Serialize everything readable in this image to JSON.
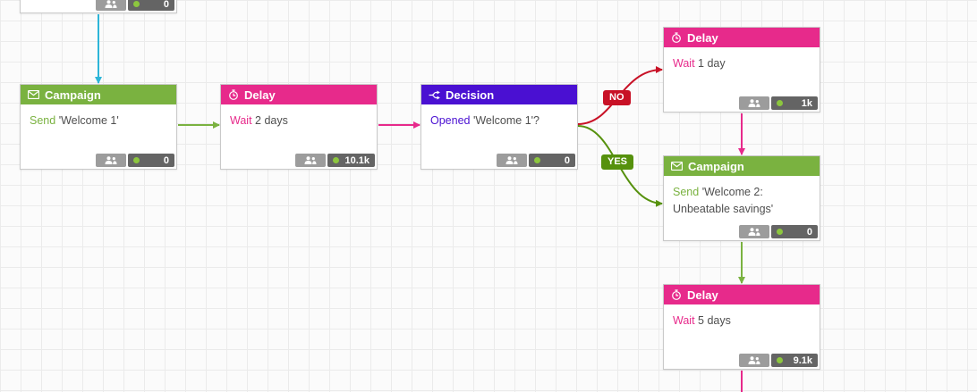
{
  "app": {
    "name": "marketing-automation-workflow-canvas"
  },
  "colors": {
    "campaign_green": "#7ab240",
    "delay_pink": "#e72a8b",
    "decision_purple": "#4a10d2",
    "no_red": "#c81126",
    "yes_green": "#56910d",
    "entry_cyan": "#2db5d8",
    "people_badge_gray": "#9c9c9c",
    "count_badge_gray": "#646464",
    "active_dot_green": "#8cc63e",
    "grid_line": "#ebebeb"
  },
  "nodes": [
    {
      "id": "node-top-cutoff",
      "type": "unknown",
      "count": "0"
    },
    {
      "id": "campaign-welcome-1",
      "type": "campaign",
      "title": "Campaign",
      "icon": "envelope-icon",
      "action": "Send",
      "text": "'Welcome 1'",
      "count": "0"
    },
    {
      "id": "delay-2-days",
      "type": "delay",
      "title": "Delay",
      "icon": "clock-icon",
      "action": "Wait",
      "text": "2 days",
      "count": "10.1k"
    },
    {
      "id": "decision-opened-welcome-1",
      "type": "decision",
      "title": "Decision",
      "icon": "branch-icon",
      "action": "Opened",
      "text": "'Welcome 1'?",
      "count": "0"
    },
    {
      "id": "delay-1-day",
      "type": "delay",
      "title": "Delay",
      "icon": "clock-icon",
      "action": "Wait",
      "text": "1 day",
      "count": "1k"
    },
    {
      "id": "campaign-welcome-2",
      "type": "campaign",
      "title": "Campaign",
      "icon": "envelope-icon",
      "action": "Send",
      "text": "'Welcome 2: Unbeatable savings'",
      "count": "0"
    },
    {
      "id": "delay-5-days",
      "type": "delay",
      "title": "Delay",
      "icon": "clock-icon",
      "action": "Wait",
      "text": "5 days",
      "count": "9.1k"
    }
  ],
  "branches": {
    "no_label": "NO",
    "yes_label": "YES"
  }
}
